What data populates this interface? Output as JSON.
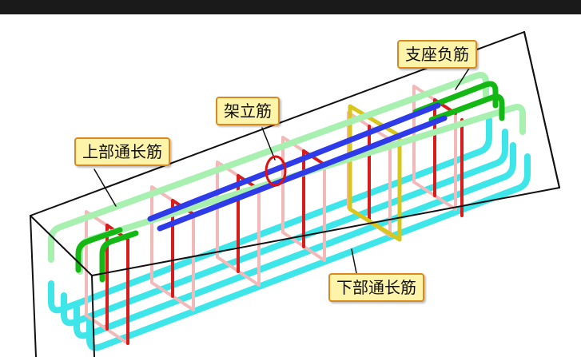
{
  "diagram": {
    "labels": {
      "support_negative": "支座负筋",
      "erection_bar": "架立筋",
      "top_continuous": "上部通长筋",
      "bottom_continuous": "下部通长筋"
    },
    "colors": {
      "frame": "#111111",
      "top_continuous_bar": "#a8f0b0",
      "support_negative_bar": "#14b814",
      "erection_bar": "#2e3be8",
      "bottom_continuous_bar": "#3ee6ea",
      "stirrup_red": "#d81c1c",
      "stirrup_pink": "#f3b9b9",
      "stirrup_yellow": "#d8c61c",
      "highlight_ellipse": "#e01010",
      "callout_fill": "#fdf3a9",
      "callout_border": "#d98a1e"
    }
  }
}
